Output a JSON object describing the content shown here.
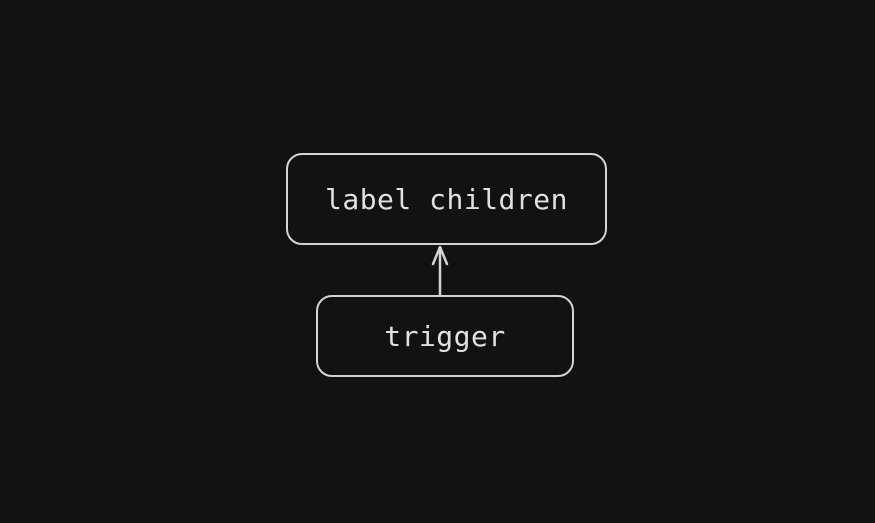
{
  "diagram": {
    "nodes": [
      {
        "id": "label_children",
        "label": "label children"
      },
      {
        "id": "trigger",
        "label": "trigger"
      }
    ],
    "edges": [
      {
        "from": "trigger",
        "to": "label_children"
      }
    ],
    "colors": {
      "background": "#121212",
      "stroke": "#d4d4d4",
      "text": "#e0e0e0"
    }
  }
}
